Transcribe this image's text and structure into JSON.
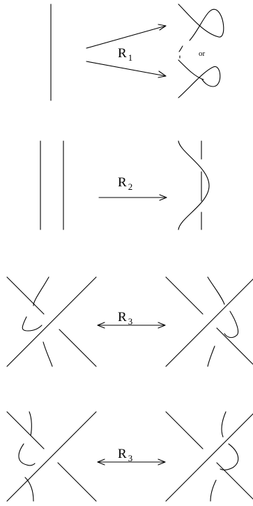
{
  "moves": [
    {
      "name": "R",
      "index": "1"
    },
    {
      "name": "R",
      "index": "2"
    },
    {
      "name": "R",
      "index": "3"
    },
    {
      "name": "R",
      "index": "3"
    }
  ],
  "or_text": "or"
}
